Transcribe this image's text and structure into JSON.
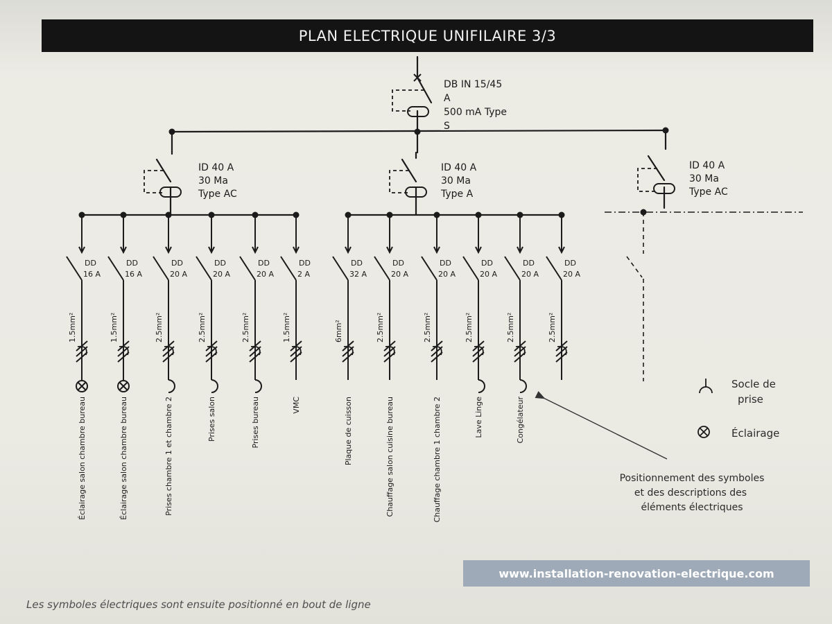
{
  "title": "PLAN ELECTRIQUE UNIFILAIRE 3/3",
  "main_breaker": {
    "line1": "DB IN 15/45",
    "line2": "A",
    "line3": "500 mA Type",
    "line4": "S"
  },
  "differentials": [
    {
      "line1": "ID 40 A",
      "line2": "30 Ma",
      "line3": "Type AC"
    },
    {
      "line1": "ID 40 A",
      "line2": "30 Ma",
      "line3": "Type A"
    },
    {
      "line1": "ID 40 A",
      "line2": "30 Ma",
      "line3": "Type AC"
    }
  ],
  "circuits": [
    {
      "breaker": "DD",
      "rating": "16 A",
      "section": "1.5mm²",
      "symbol": "lamp",
      "label": "Éclairage salon chambre bureau"
    },
    {
      "breaker": "DD",
      "rating": "16 A",
      "section": "1.5mm²",
      "symbol": "lamp",
      "label": "Éclairage salon chambre bureau"
    },
    {
      "breaker": "DD",
      "rating": "20 A",
      "section": "2.5mm²",
      "symbol": "socket",
      "label": "Prises chambre 1 et chambre 2"
    },
    {
      "breaker": "DD",
      "rating": "20 A",
      "section": "2.5mm²",
      "symbol": "socket",
      "label": "Prises salon"
    },
    {
      "breaker": "DD",
      "rating": "20 A",
      "section": "2.5mm²",
      "symbol": "socket",
      "label": "Prises bureau"
    },
    {
      "breaker": "DD",
      "rating": "2 A",
      "section": "1.5mm²",
      "symbol": "none",
      "label": "VMC"
    },
    {
      "breaker": "DD",
      "rating": "32 A",
      "section": "6mm²",
      "symbol": "none",
      "label": "Plaque de cuisson"
    },
    {
      "breaker": "DD",
      "rating": "20 A",
      "section": "2.5mm²",
      "symbol": "none",
      "label": "Chauffage salon cuisine bureau"
    },
    {
      "breaker": "DD",
      "rating": "20 A",
      "section": "2.5mm²",
      "symbol": "none",
      "label": "Chauffage chambre 1 chambre 2"
    },
    {
      "breaker": "DD",
      "rating": "20 A",
      "section": "2.5mm²",
      "symbol": "socket",
      "label": "Lave Linge"
    },
    {
      "breaker": "DD",
      "rating": "20 A",
      "section": "2.5mm²",
      "symbol": "socket",
      "label": "Congélateur"
    },
    {
      "breaker": "DD",
      "rating": "20 A",
      "section": "2.5mm²",
      "symbol": "none",
      "label": ""
    }
  ],
  "legend": {
    "socket_line1": "Socle de",
    "socket_line2": "prise",
    "lamp": "Éclairage"
  },
  "annotation": {
    "line1": "Positionnement des symboles",
    "line2": "et des descriptions des",
    "line3": "éléments électriques"
  },
  "website": "www.installation-renovation-electrique.com",
  "caption": "Les symboles électriques sont ensuite positionné en bout de ligne",
  "icons": [
    "socket-icon",
    "lamp-icon",
    "breaker-symbol",
    "differential-symbol"
  ],
  "colors": {
    "ink": "#1b1b1b",
    "title_bg": "#141414",
    "website_bg": "#9eaab8"
  }
}
